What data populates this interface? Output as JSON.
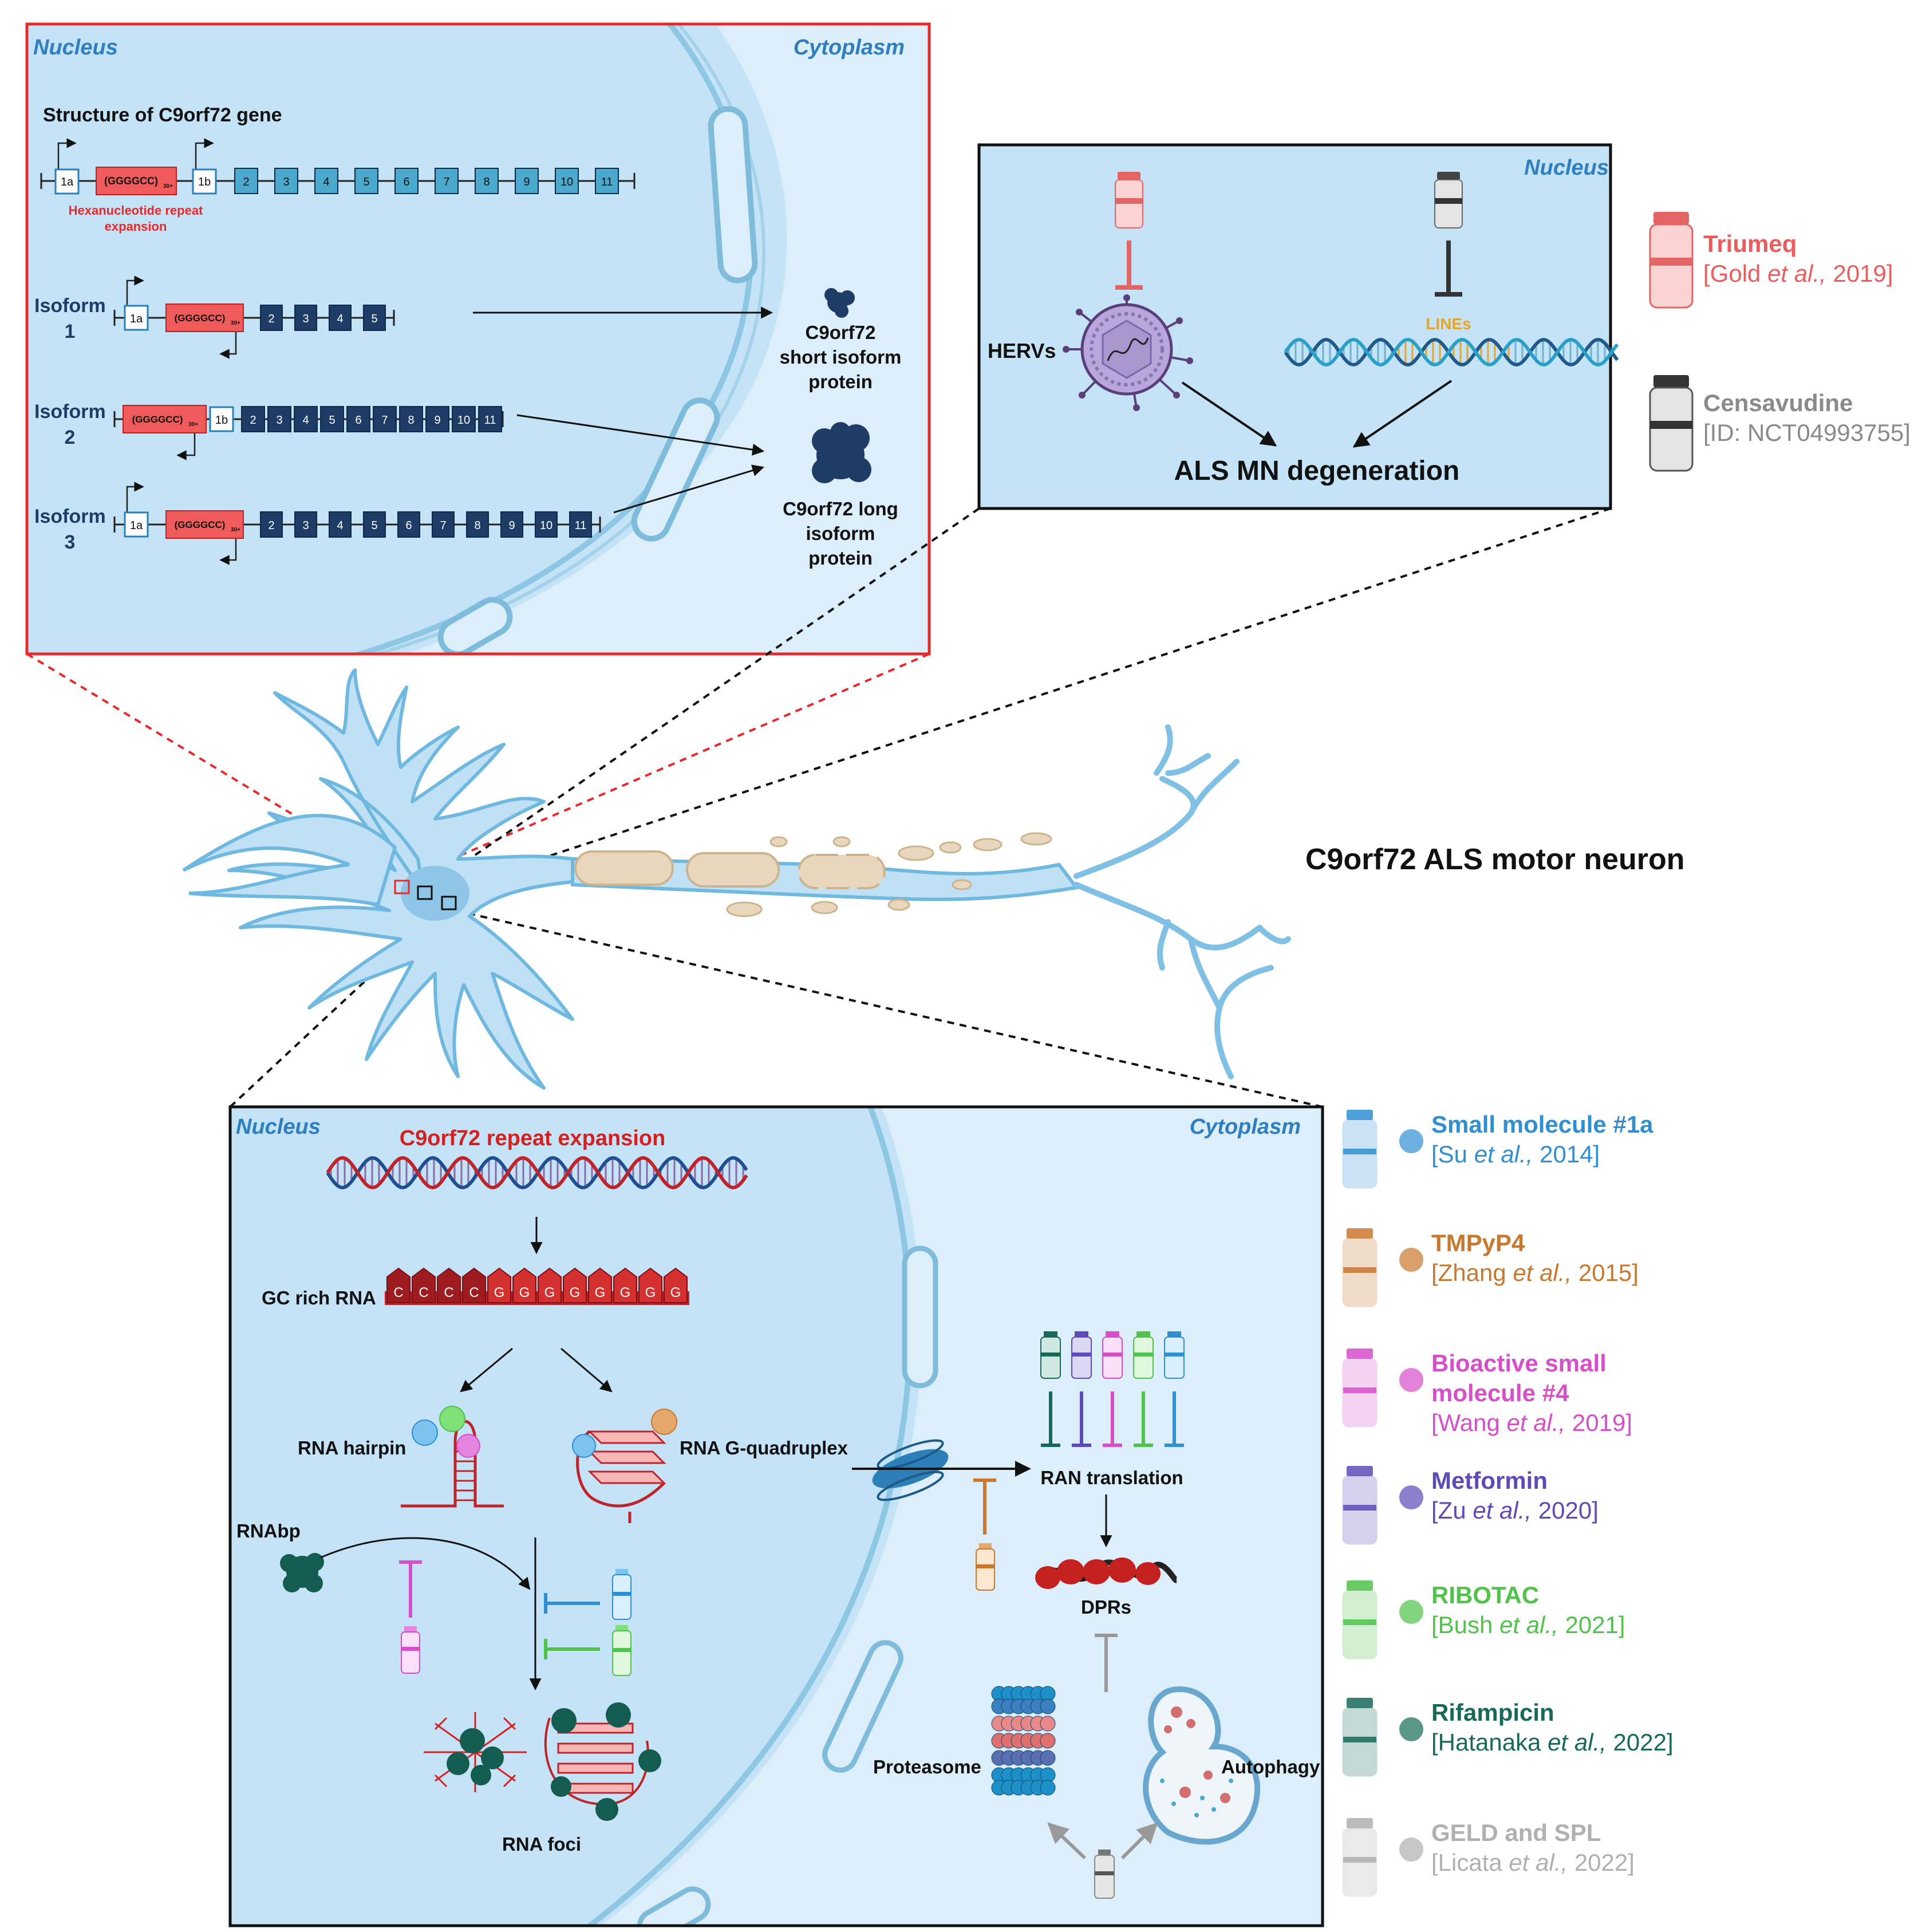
{
  "colors": {
    "panel_fill": "#c5e3f6",
    "cyto_fill": "#dbeefa",
    "neuron_fill": "#bfe0f5",
    "neuron_stroke": "#6fb8df",
    "myelin": "#e9d7bd",
    "red": "#e8292b",
    "exon_light": "#4aa9cc",
    "exon_dark": "#1f3c66",
    "repeat_red": "#ef5a5a",
    "triumeq": "#ec5c5c",
    "censavudine": "#8a8a8a",
    "sm1a": "#2f8fd2",
    "tmpyp4": "#c9782f",
    "bsm4": "#d64fc9",
    "metformin": "#5c4bb8",
    "ribotac": "#4fc34a",
    "rifampicin": "#176a5a",
    "geld": "#b0b0b0"
  },
  "top_panel": {
    "nucleus_label": "Nucleus",
    "cytoplasm_label": "Cytoplasm",
    "title": "Structure of C9orf72 gene",
    "gene_exons_a": [
      "1a"
    ],
    "gene_exon_1b": "1b",
    "repeat_label": "(GGGGCC)",
    "repeat_sub": "30+",
    "hexa_label_1": "Hexanucleotide repeat",
    "hexa_label_2": "expansion",
    "gene_exons": [
      "2",
      "3",
      "4",
      "5",
      "6",
      "7",
      "8",
      "9",
      "10",
      "11"
    ],
    "isoform1_label_1": "Isoform",
    "isoform1_label_2": "1",
    "isoform2_label_1": "Isoform",
    "isoform2_label_2": "2",
    "isoform3_label_1": "Isoform",
    "isoform3_label_2": "3",
    "isoform1_exons": [
      "2",
      "3",
      "4",
      "5"
    ],
    "isoform2_exons": [
      "2",
      "3",
      "4",
      "5",
      "6",
      "7",
      "8",
      "9",
      "10",
      "11"
    ],
    "isoform3_exons": [
      "2",
      "3",
      "4",
      "5",
      "6",
      "7",
      "8",
      "9",
      "10",
      "11"
    ],
    "short_protein_1": "C9orf72",
    "short_protein_2": "short isoform",
    "short_protein_3": "protein",
    "long_protein_1": "C9orf72 long",
    "long_protein_2": "isoform",
    "long_protein_3": "protein"
  },
  "herv_panel": {
    "nucleus_label": "Nucleus",
    "hervs_label": "HERVs",
    "lines_label": "LINEs",
    "outcome": "ALS MN degeneration"
  },
  "side_drugs": [
    {
      "name": "Triumeq",
      "ref_pre": "[Gold ",
      "ref_it": "et al.,",
      "ref_post": " 2019]"
    },
    {
      "name": "Censavudine",
      "ref_pre": "[ID: NCT04993755]",
      "ref_it": "",
      "ref_post": ""
    }
  ],
  "neuron": {
    "label": "C9orf72 ALS motor neuron"
  },
  "bottom_panel": {
    "nucleus_label": "Nucleus",
    "cytoplasm_label": "Cytoplasm",
    "repeat_title": "C9orf72 repeat expansion",
    "gc_rna_label": "GC rich RNA",
    "rna_letters": [
      "C",
      "C",
      "C",
      "C",
      "G",
      "G",
      "G",
      "G",
      "G",
      "G",
      "G",
      "G"
    ],
    "hairpin_label": "RNA hairpin",
    "gq_label": "RNA G-quadruplex",
    "rnabp_label": "RNAbp",
    "foci_label": "RNA foci",
    "ran_label": "RAN translation",
    "dprs_label": "DPRs",
    "proteasome_label": "Proteasome",
    "autophagy_label": "Autophagy"
  },
  "legend": [
    {
      "name": "Small molecule #1a",
      "ref_pre": "[Su ",
      "ref_it": "et al.,",
      "ref_post": " 2014]",
      "color": "#2f8fd2"
    },
    {
      "name": "TMPyP4",
      "ref_pre": "[Zhang ",
      "ref_it": "et al.,",
      "ref_post": " 2015]",
      "color": "#c9782f"
    },
    {
      "name": "Bioactive small molecule #4",
      "ref_pre": "[Wang ",
      "ref_it": "et al.,",
      "ref_post": " 2019]",
      "color": "#d64fc9"
    },
    {
      "name": "Metformin",
      "ref_pre": "[Zu ",
      "ref_it": "et al.,",
      "ref_post": " 2020]",
      "color": "#5c4bb8"
    },
    {
      "name": "RIBOTAC",
      "ref_pre": "[Bush ",
      "ref_it": "et al.,",
      "ref_post": " 2021]",
      "color": "#4fc34a"
    },
    {
      "name": "Rifampicin",
      "ref_pre": "[Hatanaka ",
      "ref_it": "et al.,",
      "ref_post": " 2022]",
      "color": "#176a5a"
    },
    {
      "name": "GELD and SPL",
      "ref_pre": "[Licata ",
      "ref_it": "et al.,",
      "ref_post": " 2022]",
      "color": "#b0b0b0"
    }
  ]
}
